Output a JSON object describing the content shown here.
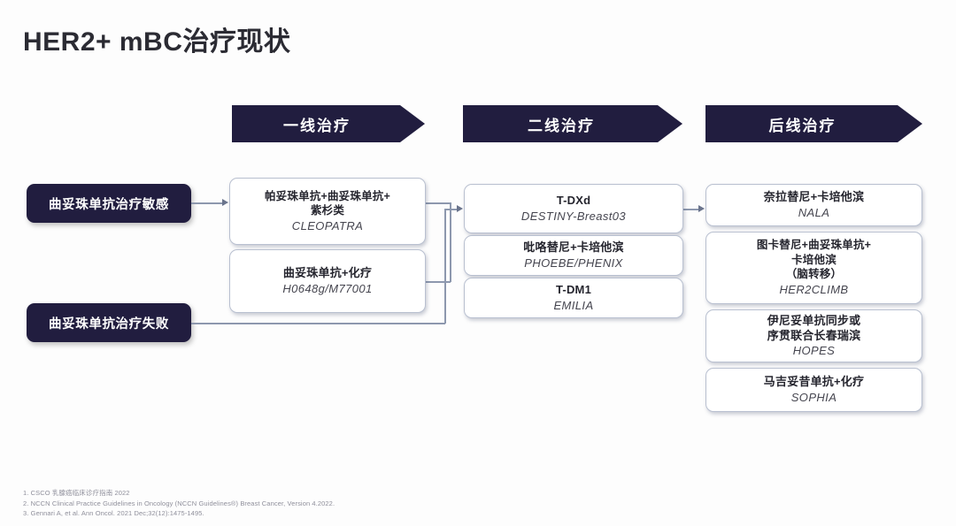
{
  "slide": {
    "title": "HER2+ mBC治疗现状"
  },
  "banners": [
    {
      "id": "first-line",
      "label": "一线治疗"
    },
    {
      "id": "second-line",
      "label": "二线治疗"
    },
    {
      "id": "later-line",
      "label": "后线治疗"
    }
  ],
  "patient_groups": [
    {
      "id": "sensitive",
      "label": "曲妥珠单抗治疗敏感"
    },
    {
      "id": "failed",
      "label": "曲妥珠单抗治疗失败"
    }
  ],
  "first_line": [
    {
      "id": "cleopatra",
      "drug_line_1": "帕妥珠单抗+曲妥珠单抗+",
      "drug_line_2": "紫杉类",
      "trial": "CLEOPATRA"
    },
    {
      "id": "h0648g",
      "drug_line_1": "曲妥珠单抗+化疗",
      "drug_line_2": "",
      "trial": "H0648g/M77001"
    }
  ],
  "second_line": [
    {
      "id": "t-dxd",
      "drug_line_1": "T-DXd",
      "drug_line_2": "",
      "trial": "DESTINY-Breast03"
    },
    {
      "id": "phoebe-phenix",
      "drug_line_1": "吡咯替尼+卡培他滨",
      "drug_line_2": "",
      "trial": "PHOEBE/PHENIX"
    },
    {
      "id": "t-dm1",
      "drug_line_1": "T-DM1",
      "drug_line_2": "",
      "trial": "EMILIA"
    }
  ],
  "later_line": [
    {
      "id": "nala",
      "drug_line_1": "奈拉替尼+卡培他滨",
      "drug_line_2": "",
      "drug_line_3": "",
      "trial": "NALA"
    },
    {
      "id": "her2climb",
      "drug_line_1": "图卡替尼+曲妥珠单抗+",
      "drug_line_2": "卡培他滨",
      "drug_line_3": "（脑转移）",
      "trial": "HER2CLIMB"
    },
    {
      "id": "hopes",
      "drug_line_1": "伊尼妥单抗同步或",
      "drug_line_2": "序贯联合长春瑞滨",
      "drug_line_3": "",
      "trial": "HOPES"
    },
    {
      "id": "sophia",
      "drug_line_1": "马吉妥昔单抗+化疗",
      "drug_line_2": "",
      "drug_line_3": "",
      "trial": "SOPHIA"
    }
  ],
  "footnotes": [
    "1. CSCO 乳腺癌临床诊疗指南 2022",
    "2. NCCN Clinical Practice Guidelines in Oncology (NCCN Guidelines®) Breast Cancer, Version 4.2022.",
    "3. Gennari A, et al. Ann Oncol. 2021 Dec;32(12):1475-1495."
  ],
  "colors": {
    "navy": "#211d3f",
    "box_border": "#b9c0d0",
    "connector": "#8d98ae",
    "title": "#2b2b33"
  }
}
